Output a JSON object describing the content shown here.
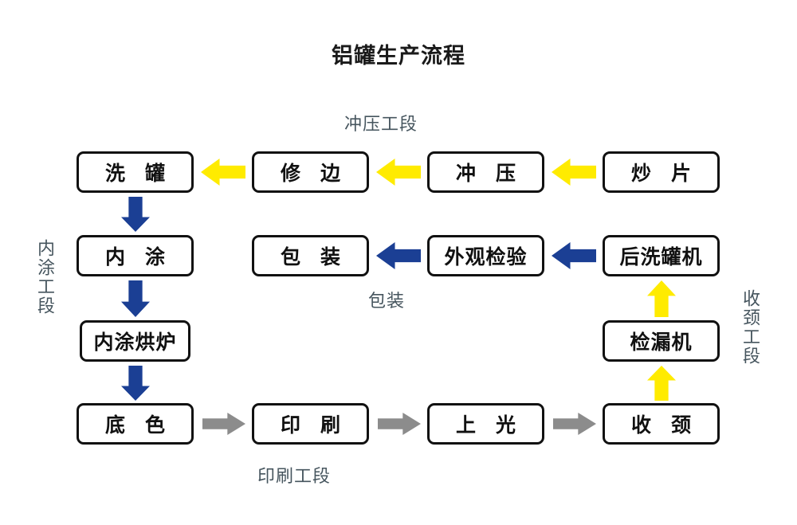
{
  "title": "铝罐生产流程",
  "colors": {
    "yellow_arrow": "#ffeb00",
    "blue_arrow": "#1b3f94",
    "gray_arrow": "#8c8c8c",
    "box_border": "#111111",
    "segment_label": "#46555e",
    "background": "#ffffff"
  },
  "segments": {
    "stamping": "冲压工段",
    "inner_coating": "内涂工段",
    "printing": "印刷工段",
    "packaging": "包装",
    "necking": "收颈工段"
  },
  "nodes": {
    "row1": [
      {
        "id": "wash-can",
        "label": "洗 罐"
      },
      {
        "id": "trim",
        "label": "修 边"
      },
      {
        "id": "stamping",
        "label": "冲 压"
      },
      {
        "id": "blanking",
        "label": "炒 片"
      }
    ],
    "row2": [
      {
        "id": "inner-coat",
        "label": "内 涂"
      },
      {
        "id": "packaging",
        "label": "包 装"
      },
      {
        "id": "visual-inspect",
        "label": "外观检验"
      },
      {
        "id": "post-washer",
        "label": "后洗罐机"
      }
    ],
    "row3": [
      {
        "id": "inner-coat-oven",
        "label": "内涂烘炉"
      },
      {
        "id": "leak-tester",
        "label": "检漏机"
      }
    ],
    "row4": [
      {
        "id": "base-color",
        "label": "底 色"
      },
      {
        "id": "print",
        "label": "印 刷"
      },
      {
        "id": "varnish",
        "label": "上 光"
      },
      {
        "id": "necking",
        "label": "收 颈"
      }
    ]
  },
  "flow": {
    "type": "process-flow-diagram",
    "direction_notes": "row1 flows right-to-left (yellow), left column flows top-down (blue), bottom row flows left-to-right (gray), right column flows bottom-up (yellow), row2 flows right-to-left (blue)",
    "edges": [
      {
        "from": "炒 片",
        "to": "冲 压",
        "color": "#ffeb00",
        "dir": "left"
      },
      {
        "from": "冲 压",
        "to": "修 边",
        "color": "#ffeb00",
        "dir": "left"
      },
      {
        "from": "修 边",
        "to": "洗 罐",
        "color": "#ffeb00",
        "dir": "left"
      },
      {
        "from": "洗 罐",
        "to": "内 涂",
        "color": "#1b3f94",
        "dir": "down"
      },
      {
        "from": "内 涂",
        "to": "内涂烘炉",
        "color": "#1b3f94",
        "dir": "down"
      },
      {
        "from": "内涂烘炉",
        "to": "底 色",
        "color": "#1b3f94",
        "dir": "down"
      },
      {
        "from": "底 色",
        "to": "印 刷",
        "color": "#8c8c8c",
        "dir": "right"
      },
      {
        "from": "印 刷",
        "to": "上 光",
        "color": "#8c8c8c",
        "dir": "right"
      },
      {
        "from": "上 光",
        "to": "收 颈",
        "color": "#8c8c8c",
        "dir": "right"
      },
      {
        "from": "收 颈",
        "to": "检漏机",
        "color": "#ffeb00",
        "dir": "up"
      },
      {
        "from": "检漏机",
        "to": "后洗罐机",
        "color": "#ffeb00",
        "dir": "up"
      },
      {
        "from": "后洗罐机",
        "to": "外观检验",
        "color": "#1b3f94",
        "dir": "left"
      },
      {
        "from": "外观检验",
        "to": "包 装",
        "color": "#1b3f94",
        "dir": "left"
      }
    ]
  }
}
